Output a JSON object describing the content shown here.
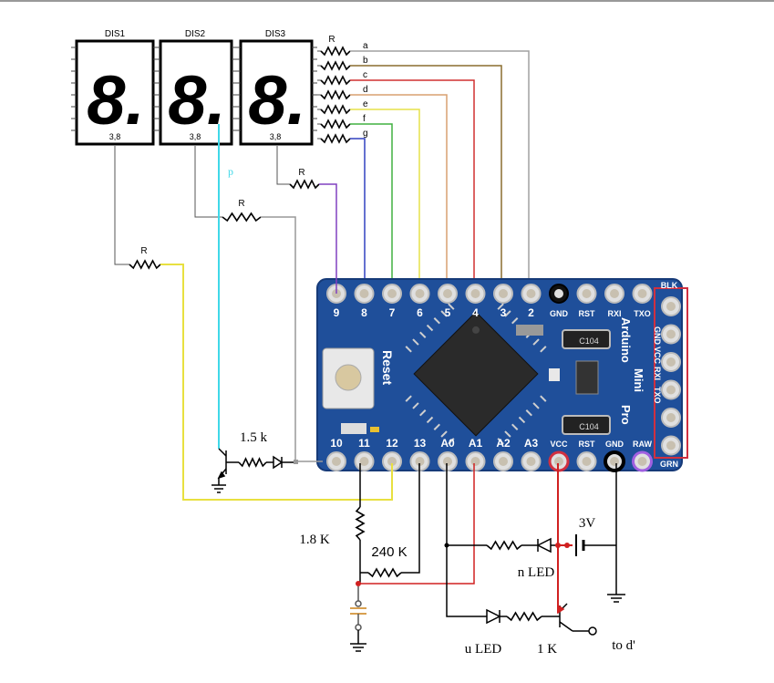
{
  "displays": [
    {
      "name": "DIS1",
      "digit": "8.",
      "pins": "3,8"
    },
    {
      "name": "DIS2",
      "digit": "8.",
      "pins": "3,8"
    },
    {
      "name": "DIS3",
      "digit": "8.",
      "pins": "3,8"
    }
  ],
  "resistor_label": "R",
  "segments": [
    "a",
    "b",
    "c",
    "d",
    "e",
    "f",
    "g"
  ],
  "wire_p_label": "p",
  "board": {
    "name_line1": "Arduino",
    "name_line2": "Pro",
    "name_line3": "Mini",
    "reset_label": "Reset",
    "chip_label": "C104",
    "top_pins": [
      "9",
      "8",
      "7",
      "6",
      "5",
      "4",
      "3",
      "2",
      "GND",
      "RST",
      "RXI",
      "TXO"
    ],
    "bottom_pins": [
      "10",
      "11",
      "12",
      "13",
      "A0",
      "A1",
      "A2",
      "A3",
      "VCC",
      "RST",
      "GND",
      "RAW"
    ],
    "right_top_label": "BLK",
    "right_pins": [
      "GND",
      "VCC",
      "RXI",
      "TXO"
    ],
    "right_bottom_label": "GRN",
    "top_colors": {
      "pin_ring": "#ffffff",
      "board": "#1f4f9a"
    }
  },
  "components": {
    "r_1k5": "1.5 k",
    "r_1k8": "1.8 K",
    "r_240k": "240 K",
    "battery": "3V",
    "n_led": "n LED",
    "u_led": "u LED",
    "r_1k": "1 K",
    "to_d": "to d'"
  },
  "colors": {
    "seg_a": "#a0a0a0",
    "seg_b": "#8a6d2e",
    "seg_c": "#8a6d2e",
    "seg_d": "#d03030",
    "seg_e": "#d8a070",
    "seg_f": "#e6e24a",
    "seg_g": "#40b040",
    "violet": "#8040c0",
    "blue": "#3040c0",
    "cyan": "#40d8e8",
    "yellow": "#e8e040",
    "red": "#d02020",
    "gray": "#888888",
    "highlight": "#d03040",
    "purple_ring": "#a060e0"
  }
}
